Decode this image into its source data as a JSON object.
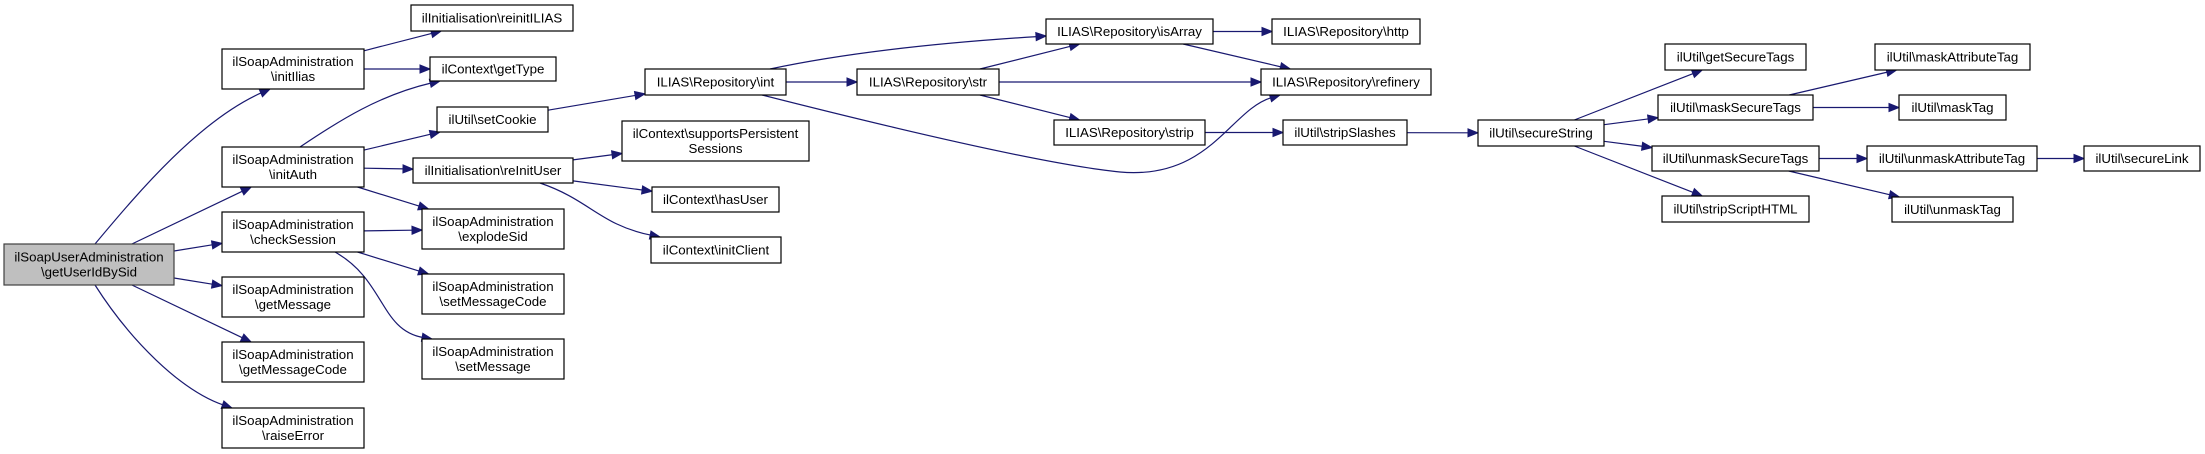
{
  "title": "Call graph: ilSoapUserAdministration\\getUserIdBySid",
  "colors": {
    "edge": "#191970",
    "root_fill": "#bfbfbf",
    "node_fill": "#ffffff",
    "node_border": "#000000"
  },
  "nodes": [
    {
      "id": "root",
      "lines": [
        "ilSoapUserAdministration",
        "\\getUserIdBySid"
      ],
      "root": true
    },
    {
      "id": "initIlias",
      "lines": [
        "ilSoapAdministration",
        "\\initIlias"
      ]
    },
    {
      "id": "initAuth",
      "lines": [
        "ilSoapAdministration",
        "\\initAuth"
      ]
    },
    {
      "id": "checkSession",
      "lines": [
        "ilSoapAdministration",
        "\\checkSession"
      ]
    },
    {
      "id": "getMessage",
      "lines": [
        "ilSoapAdministration",
        "\\getMessage"
      ]
    },
    {
      "id": "getMessageCode",
      "lines": [
        "ilSoapAdministration",
        "\\getMessageCode"
      ]
    },
    {
      "id": "raiseError",
      "lines": [
        "ilSoapAdministration",
        "\\raiseError"
      ]
    },
    {
      "id": "reinitILIAS",
      "lines": [
        "ilInitialisation\\reinitILIAS"
      ]
    },
    {
      "id": "getType",
      "lines": [
        "ilContext\\getType"
      ]
    },
    {
      "id": "setCookie",
      "lines": [
        "ilUtil\\setCookie"
      ]
    },
    {
      "id": "reInitUser",
      "lines": [
        "ilInitialisation\\reInitUser"
      ]
    },
    {
      "id": "explodeSid",
      "lines": [
        "ilSoapAdministration",
        "\\explodeSid"
      ]
    },
    {
      "id": "setMessageCode",
      "lines": [
        "ilSoapAdministration",
        "\\setMessageCode"
      ]
    },
    {
      "id": "setMessage",
      "lines": [
        "ilSoapAdministration",
        "\\setMessage"
      ]
    },
    {
      "id": "repoInt",
      "lines": [
        "ILIAS\\Repository\\int"
      ]
    },
    {
      "id": "supportsPersistentSessions",
      "lines": [
        "ilContext\\supportsPersistent",
        "Sessions"
      ]
    },
    {
      "id": "hasUser",
      "lines": [
        "ilContext\\hasUser"
      ]
    },
    {
      "id": "initClient",
      "lines": [
        "ilContext\\initClient"
      ]
    },
    {
      "id": "repoStr",
      "lines": [
        "ILIAS\\Repository\\str"
      ]
    },
    {
      "id": "repoIsArray",
      "lines": [
        "ILIAS\\Repository\\isArray"
      ]
    },
    {
      "id": "repoHttp",
      "lines": [
        "ILIAS\\Repository\\http"
      ]
    },
    {
      "id": "repoRefinery",
      "lines": [
        "ILIAS\\Repository\\refinery"
      ]
    },
    {
      "id": "repoStrip",
      "lines": [
        "ILIAS\\Repository\\strip"
      ]
    },
    {
      "id": "stripSlashes",
      "lines": [
        "ilUtil\\stripSlashes"
      ]
    },
    {
      "id": "secureString",
      "lines": [
        "ilUtil\\secureString"
      ]
    },
    {
      "id": "getSecureTags",
      "lines": [
        "ilUtil\\getSecureTags"
      ]
    },
    {
      "id": "maskSecureTags",
      "lines": [
        "ilUtil\\maskSecureTags"
      ]
    },
    {
      "id": "unmaskSecureTags",
      "lines": [
        "ilUtil\\unmaskSecureTags"
      ]
    },
    {
      "id": "stripScriptHTML",
      "lines": [
        "ilUtil\\stripScriptHTML"
      ]
    },
    {
      "id": "maskAttributeTag",
      "lines": [
        "ilUtil\\maskAttributeTag"
      ]
    },
    {
      "id": "maskTag",
      "lines": [
        "ilUtil\\maskTag"
      ]
    },
    {
      "id": "unmaskAttributeTag",
      "lines": [
        "ilUtil\\unmaskAttributeTag"
      ]
    },
    {
      "id": "secureLink",
      "lines": [
        "ilUtil\\secureLink"
      ]
    },
    {
      "id": "unmaskTag",
      "lines": [
        "ilUtil\\unmaskTag"
      ]
    }
  ],
  "edges": [
    [
      "root",
      "initIlias"
    ],
    [
      "root",
      "initAuth"
    ],
    [
      "root",
      "checkSession"
    ],
    [
      "root",
      "getMessage"
    ],
    [
      "root",
      "getMessageCode"
    ],
    [
      "root",
      "raiseError"
    ],
    [
      "initIlias",
      "reinitILIAS"
    ],
    [
      "initIlias",
      "getType"
    ],
    [
      "initAuth",
      "getType"
    ],
    [
      "initAuth",
      "setCookie"
    ],
    [
      "initAuth",
      "reInitUser"
    ],
    [
      "initAuth",
      "explodeSid"
    ],
    [
      "checkSession",
      "explodeSid"
    ],
    [
      "checkSession",
      "setMessageCode"
    ],
    [
      "checkSession",
      "setMessage"
    ],
    [
      "setCookie",
      "repoInt"
    ],
    [
      "reInitUser",
      "supportsPersistentSessions"
    ],
    [
      "reInitUser",
      "hasUser"
    ],
    [
      "reInitUser",
      "initClient"
    ],
    [
      "repoInt",
      "repoIsArray"
    ],
    [
      "repoInt",
      "repoStr"
    ],
    [
      "repoInt",
      "repoRefinery"
    ],
    [
      "repoStr",
      "repoIsArray"
    ],
    [
      "repoStr",
      "repoRefinery"
    ],
    [
      "repoStr",
      "repoStrip"
    ],
    [
      "repoIsArray",
      "repoHttp"
    ],
    [
      "repoIsArray",
      "repoRefinery"
    ],
    [
      "repoStrip",
      "stripSlashes"
    ],
    [
      "stripSlashes",
      "secureString"
    ],
    [
      "secureString",
      "getSecureTags"
    ],
    [
      "secureString",
      "maskSecureTags"
    ],
    [
      "secureString",
      "unmaskSecureTags"
    ],
    [
      "secureString",
      "stripScriptHTML"
    ],
    [
      "maskSecureTags",
      "maskAttributeTag"
    ],
    [
      "maskSecureTags",
      "maskTag"
    ],
    [
      "unmaskSecureTags",
      "unmaskAttributeTag"
    ],
    [
      "unmaskSecureTags",
      "unmaskTag"
    ],
    [
      "unmaskAttributeTag",
      "secureLink"
    ]
  ]
}
